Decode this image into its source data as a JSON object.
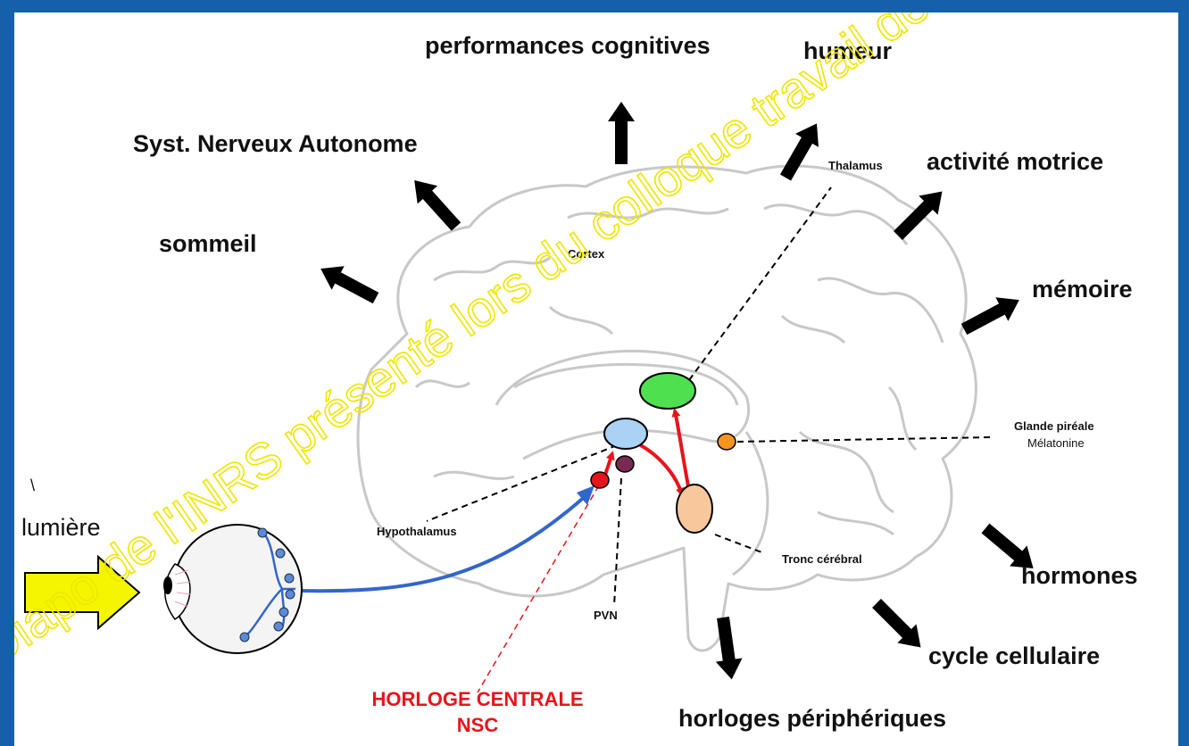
{
  "colors": {
    "frame": "#1560a8",
    "nsc": "#e8141b",
    "pvn": "#7a2a52",
    "hypothalamus": "#a9d2f5",
    "thalamus": "#4fe04f",
    "brainstem": "#f8c89c",
    "pineal": "#f5941e",
    "light_arrow": "#f5f500",
    "nerve_path": "#3366cc",
    "watermark": "#f0e600"
  },
  "outputs": {
    "cognitive": "performances cognitives",
    "mood": "humeur",
    "ans": "Syst. Nerveux Autonome",
    "motor": "activité motrice",
    "sleep": "sommeil",
    "memory": "mémoire",
    "hormones": "hormones",
    "cell_cycle": "cycle cellulaire",
    "peripheral": "horloges périphériques"
  },
  "structures": {
    "cortex": "Cortex",
    "thalamus": "Thalamus",
    "pineal": "Glande piréale",
    "melatonin": "Mélatonine",
    "hypothalamus": "Hypothalamus",
    "brainstem": "Tronc cérébral",
    "pvn": "PVN"
  },
  "input": {
    "light": "lumière",
    "stray_mark": "\\"
  },
  "central_clock": {
    "line1": "HORLOGE CENTRALE",
    "line2": "NSC"
  },
  "watermark": "Diapo de l'INRS présenté lors du colloque travail de nuit de l'INRS"
}
